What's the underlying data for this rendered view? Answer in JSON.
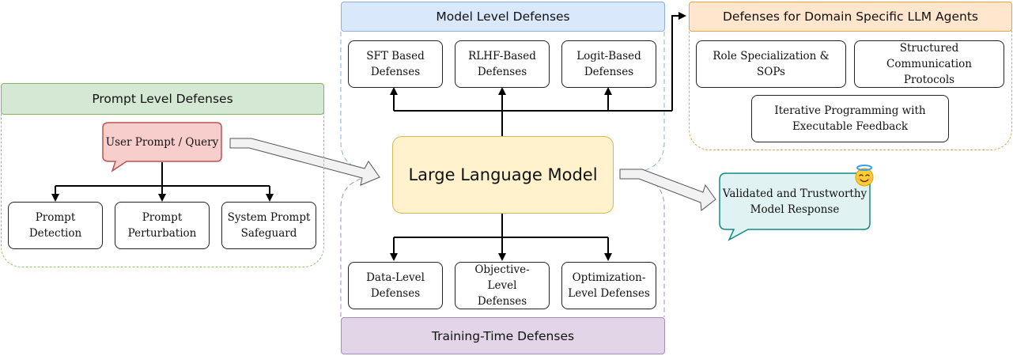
{
  "headers": {
    "model_level": "Model Level Defenses",
    "training_time": "Training-Time Defenses",
    "prompt_level": "Prompt Level Defenses",
    "domain_agents": "Defenses for Domain Specific LLM Agents"
  },
  "center": {
    "llm": "Large Language Model"
  },
  "model_level_boxes": [
    "SFT Based\nDefenses",
    "RLHF-Based\nDefenses",
    "Logit-Based\nDefenses"
  ],
  "training_boxes": [
    "Data-Level\nDefenses",
    "Objective-Level\nDefenses",
    "Optimization-\nLevel Defenses"
  ],
  "prompt_level": {
    "input_bubble": "User Prompt / Query",
    "boxes": [
      "Prompt\nDetection",
      "Prompt\nPerturbation",
      "System Prompt\nSafeguard"
    ]
  },
  "domain_boxes": [
    "Role Specialization & SOPs",
    "Structured Communication\nProtocols",
    "Iterative Programming with\nExecutable Feedback"
  ],
  "output_bubble": "Validated and Trustworthy\nModel Response",
  "colors": {
    "model_level": "#dae8fc",
    "training_time": "#e1d5e7",
    "prompt_level": "#d5e8d4",
    "domain_agents": "#ffe6cc",
    "llm": "#fff2cc",
    "input_bubble": "#f8cecc",
    "output_bubble": "#e0f2f1"
  },
  "icons": {
    "output_emoji": "smiling-face-with-halo-icon"
  }
}
